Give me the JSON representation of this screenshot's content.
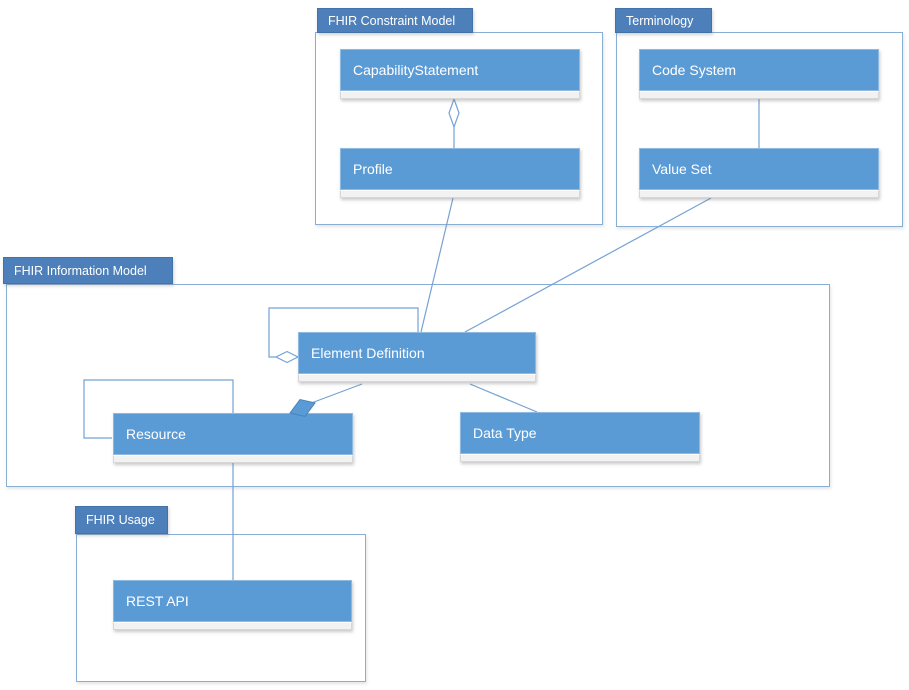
{
  "diagram": {
    "kind": "uml-package-class-diagram",
    "subject": "FHIR model overview"
  },
  "colors": {
    "class_fill": "#5b9bd5",
    "class_text": "#ffffff",
    "package_tab_fill": "#4d80ba",
    "package_border": "#89aed6",
    "connector": "#74a2d4",
    "compartment_fill": "#f2f2f2",
    "background": "#ffffff"
  },
  "packages": [
    {
      "name": "fhir-constraint-model",
      "label": "FHIR Constraint Model"
    },
    {
      "name": "terminology",
      "label": "Terminology"
    },
    {
      "name": "fhir-information-model",
      "label": "FHIR Information Model"
    },
    {
      "name": "fhir-usage",
      "label": "FHIR Usage"
    }
  ],
  "classes": [
    {
      "name": "capability-statement",
      "label": "CapabilityStatement",
      "package": "FHIR Constraint Model"
    },
    {
      "name": "profile",
      "label": "Profile",
      "package": "FHIR Constraint Model"
    },
    {
      "name": "code-system",
      "label": "Code System",
      "package": "Terminology"
    },
    {
      "name": "value-set",
      "label": "Value Set",
      "package": "Terminology"
    },
    {
      "name": "element-definition",
      "label": "Element Definition",
      "package": "FHIR Information Model"
    },
    {
      "name": "resource",
      "label": "Resource",
      "package": "FHIR Information Model"
    },
    {
      "name": "data-type",
      "label": "Data Type",
      "package": "FHIR Information Model"
    },
    {
      "name": "rest-api",
      "label": "REST API",
      "package": "FHIR Usage"
    }
  ],
  "relationships": [
    {
      "from": "Profile",
      "to": "CapabilityStatement",
      "type": "aggregation-open-diamond"
    },
    {
      "from": "Code System",
      "to": "Value Set",
      "type": "association"
    },
    {
      "from": "Profile",
      "to": "Element Definition",
      "type": "association"
    },
    {
      "from": "Value Set",
      "to": "Element Definition",
      "type": "association"
    },
    {
      "from": "Element Definition",
      "to": "Element Definition",
      "type": "self-aggregation-open-diamond"
    },
    {
      "from": "Element Definition",
      "to": "Resource",
      "type": "composition-filled-diamond"
    },
    {
      "from": "Element Definition",
      "to": "Data Type",
      "type": "association"
    },
    {
      "from": "Resource",
      "to": "Resource",
      "type": "self-association"
    },
    {
      "from": "Resource",
      "to": "REST API",
      "type": "association"
    }
  ]
}
